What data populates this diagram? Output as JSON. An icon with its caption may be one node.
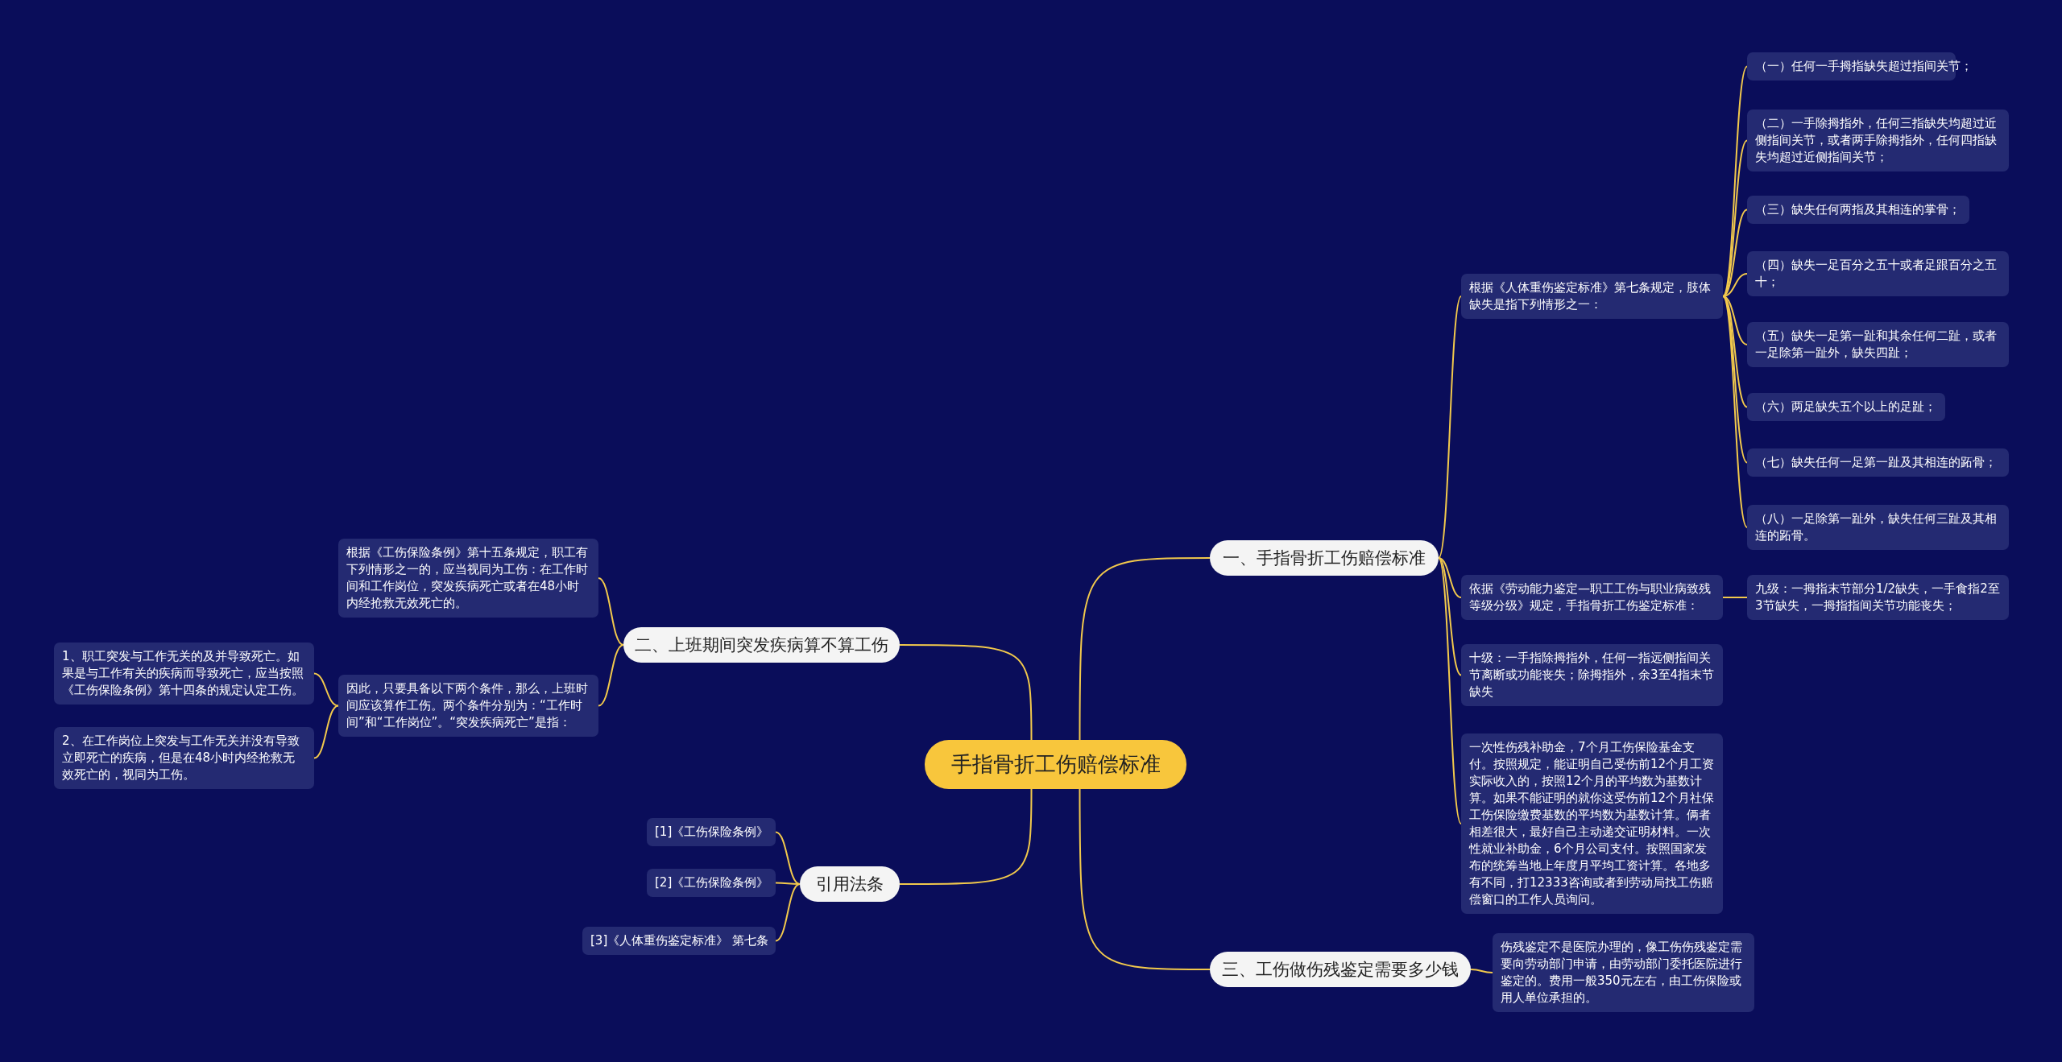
{
  "diagram": {
    "nodes": [
      {
        "text": [
          "手指骨折工伤赔偿标准"
        ]
      },
      {
        "text": [
          "一、手指骨折工伤赔偿标准"
        ]
      },
      {
        "text": [
          "根据《人体重伤鉴定标准》第七条规定，肢体缺失是指下列情形之一："
        ]
      },
      {
        "text": [
          "（一）任何一手拇指缺失超过指间关节；"
        ]
      },
      {
        "text": [
          "（二）一手除拇指外，任何三指缺失均超过近侧指间关节，或者两手除拇指外，任何四指缺失均超过近侧指间关节；"
        ]
      },
      {
        "text": [
          "（三）缺失任何两指及其相连的掌骨；"
        ]
      },
      {
        "text": [
          "（四）缺失一足百分之五十或者足跟百分之五十；"
        ]
      },
      {
        "text": [
          "（五）缺失一足第一趾和其余任何二趾，或者一足除第一趾外，缺失四趾；"
        ]
      },
      {
        "text": [
          "（六）两足缺失五个以上的足趾；"
        ]
      },
      {
        "text": [
          "（七）缺失任何一足第一趾及其相连的跖骨；"
        ]
      },
      {
        "text": [
          "（八）一足除第一趾外，缺失任何三趾及其相连的跖骨。"
        ]
      },
      {
        "text": [
          "依据《劳动能力鉴定—职工工伤与职业病致残等级分级》规定，手指骨折工伤鉴定标准："
        ]
      },
      {
        "text": [
          "九级：一拇指末节部分1/2缺失，一手食指2至3节缺失，一拇指指间关节功能丧失；"
        ]
      },
      {
        "text": [
          "十级：一手指除拇指外，任何一指远侧指间关节离断或功能丧失；除拇指外，余3至4指末节缺失"
        ]
      },
      {
        "text": [
          "一次性伤残补助金，7个月工伤保险基金支付。按照规定，能证明自己受伤前12个月工资实际收入的，按照12个月的平均数为基数计算。如果不能证明的就你这受伤前12个月社保工伤保险缴费基数的平均数为基数计算。俩者相差很大，最好自己主动递交证明材料。一次性就业补助金，6个月公司支付。按照国家发布的统筹当地上年度月平均工资计算。各地多有不同，打12333咨询或者到劳动局找工伤赔偿窗口的工作人员询问。"
        ]
      },
      {
        "text": [
          "二、上班期间突发疾病算不算工伤"
        ]
      },
      {
        "text": [
          "根据《工伤保险条例》第十五条规定，职工有下列情形之一的，应当视同为工伤：在工作时间和工作岗位，突发疾病死亡或者在48小时内经抢救无效死亡的。"
        ]
      },
      {
        "text": [
          "因此，只要具备以下两个条件，那么，上班时间应该算作工伤。两个条件分别为：“工作时间”和“工作岗位”。“突发疾病死亡”是指："
        ]
      },
      {
        "text": [
          "1、职工突发与工作无关的及并导致死亡。如果是与工作有关的疾病而导致死亡，应当按照《工伤保险条例》第十四条的规定认定工伤。"
        ]
      },
      {
        "text": [
          "2、在工作岗位上突发与工作无关并没有导致立即死亡的疾病，但是在48小时内经抢救无效死亡的，视同为工伤。"
        ]
      },
      {
        "text": [
          "引用法条"
        ]
      },
      {
        "text": [
          "[1]《工伤保险条例》"
        ]
      },
      {
        "text": [
          "[2]《工伤保险条例》"
        ]
      },
      {
        "text": [
          "[3]《人体重伤鉴定标准》 第七条"
        ]
      },
      {
        "text": [
          "三、工伤做伤残鉴定需要多少钱"
        ]
      },
      {
        "text": [
          "伤残鉴定不是医院办理的，像工伤伤残鉴定需要向劳动部门申请，由劳动部门委托医院进行鉴定的。费用一般350元左右，由工伤保险或用人单位承担的。"
        ]
      }
    ],
    "edges": [
      {
        "from": 0,
        "to": 1,
        "arrow": "none"
      },
      {
        "from": 1,
        "to": 2,
        "arrow": "none"
      },
      {
        "from": 2,
        "to": 3,
        "arrow": "none"
      },
      {
        "from": 2,
        "to": 4,
        "arrow": "none"
      },
      {
        "from": 2,
        "to": 5,
        "arrow": "none"
      },
      {
        "from": 2,
        "to": 6,
        "arrow": "none"
      },
      {
        "from": 2,
        "to": 7,
        "arrow": "none"
      },
      {
        "from": 2,
        "to": 8,
        "arrow": "none"
      },
      {
        "from": 2,
        "to": 9,
        "arrow": "none"
      },
      {
        "from": 2,
        "to": 10,
        "arrow": "none"
      },
      {
        "from": 1,
        "to": 11,
        "arrow": "none"
      },
      {
        "from": 11,
        "to": 12,
        "arrow": "none"
      },
      {
        "from": 1,
        "to": 13,
        "arrow": "none"
      },
      {
        "from": 1,
        "to": 14,
        "arrow": "none"
      },
      {
        "from": 0,
        "to": 15,
        "arrow": "none"
      },
      {
        "from": 15,
        "to": 16,
        "arrow": "none"
      },
      {
        "from": 15,
        "to": 17,
        "arrow": "none"
      },
      {
        "from": 17,
        "to": 18,
        "arrow": "none"
      },
      {
        "from": 17,
        "to": 19,
        "arrow": "none"
      },
      {
        "from": 0,
        "to": 20,
        "arrow": "none"
      },
      {
        "from": 20,
        "to": 21,
        "arrow": "none"
      },
      {
        "from": 20,
        "to": 22,
        "arrow": "none"
      },
      {
        "from": 20,
        "to": 23,
        "arrow": "none"
      },
      {
        "from": 0,
        "to": 24,
        "arrow": "none"
      },
      {
        "from": 24,
        "to": 25,
        "arrow": "none"
      }
    ]
  }
}
